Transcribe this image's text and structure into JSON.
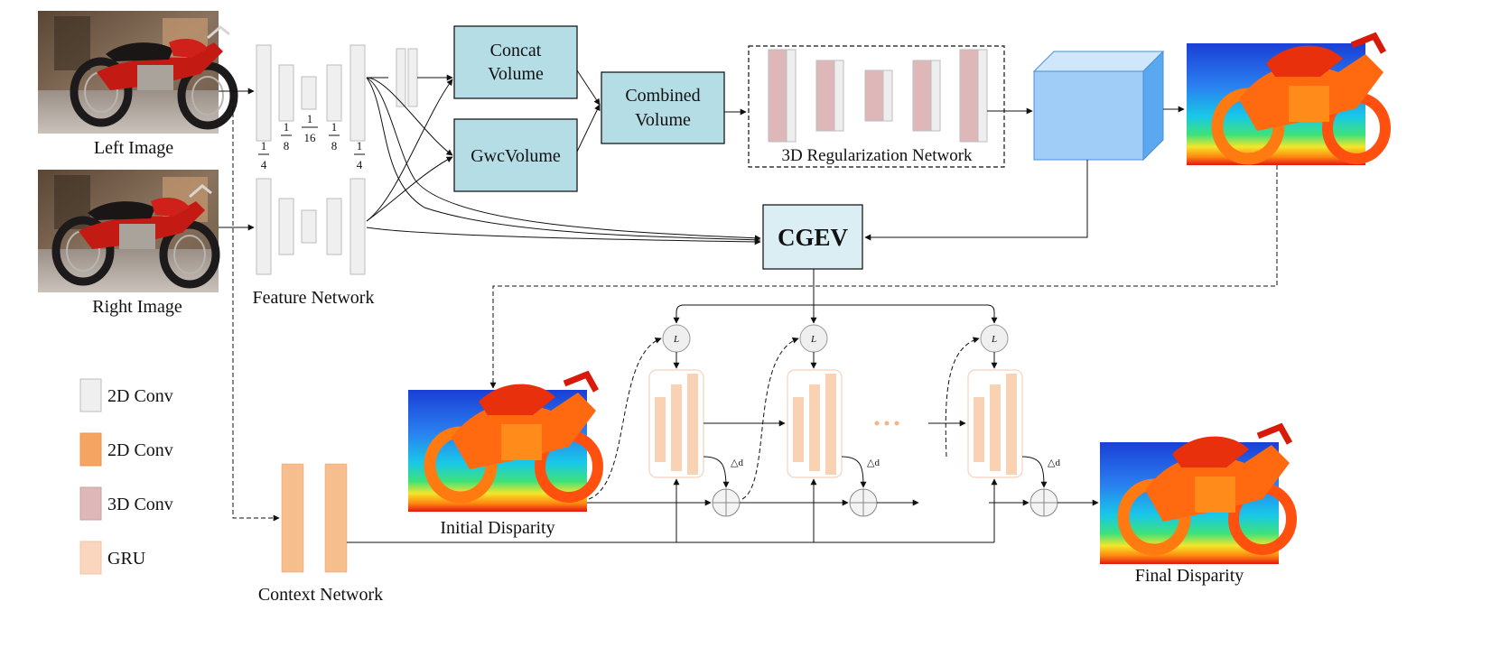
{
  "inputs": {
    "left_label": "Left Image",
    "right_label": "Right Image"
  },
  "features": {
    "label": "Feature Network",
    "scales": [
      {
        "num": "1",
        "den": "4"
      },
      {
        "num": "1",
        "den": "8"
      },
      {
        "num": "1",
        "den": "16"
      },
      {
        "num": "1",
        "den": "8"
      },
      {
        "num": "1",
        "den": "4"
      }
    ]
  },
  "volumes": {
    "concat_line1": "Concat",
    "concat_line2": "Volume",
    "gwc": "GwcVolume",
    "combined_line1": "Combined",
    "combined_line2": "Volume"
  },
  "regularization": {
    "label": "3D Regularization Network"
  },
  "cgev": {
    "label": "CGEV"
  },
  "context": {
    "label": "Context Network"
  },
  "refinement": {
    "lookup": "L",
    "delta": "△d"
  },
  "outputs": {
    "initial_label": "Initial Disparity",
    "final_label": "Final Disparity"
  },
  "legend": [
    {
      "label": "2D Conv",
      "color": "#efefef"
    },
    {
      "label": "2D Conv",
      "color": "#f6a461"
    },
    {
      "label": "3D Conv",
      "color": "#deb8b8"
    },
    {
      "label": "GRU",
      "color": "#f9d6bd"
    }
  ],
  "colors": {
    "volume_box": "#b5dde6",
    "cgev_box": "#daeef3",
    "cube": "#9fcdf8"
  }
}
